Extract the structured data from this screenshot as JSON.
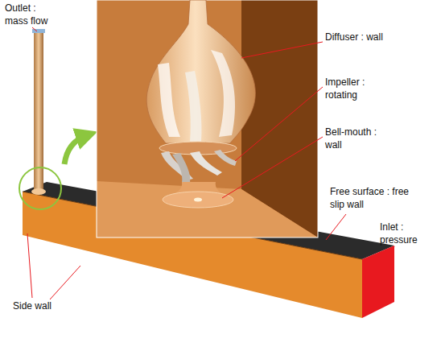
{
  "diagram": {
    "labels": [
      "Outlet : mass flow",
      "Diffuser : wall",
      "Impeller : rotating",
      "Bell-mouth : wall",
      "Free surface : free slip wall",
      "Inlet : pressure",
      "Side wall"
    ]
  }
}
